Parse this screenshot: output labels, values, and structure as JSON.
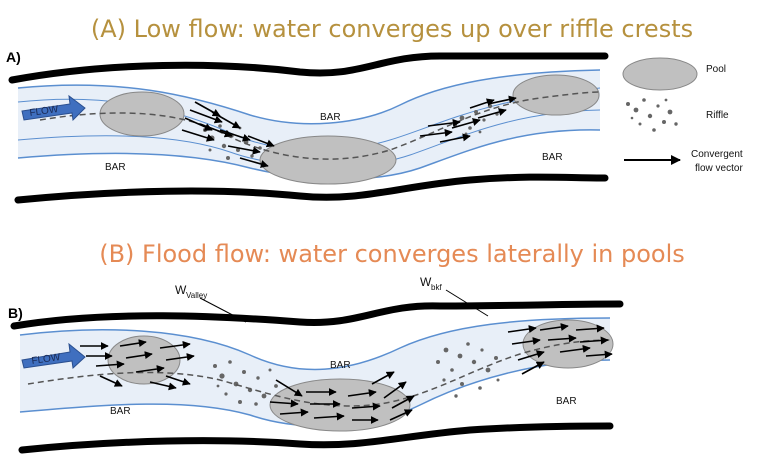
{
  "titles": {
    "a": "(A) Low flow: water converges up over riffle crests",
    "b": "(B) Flood flow: water converges laterally in pools"
  },
  "panels": {
    "a": "A)",
    "b": "B)"
  },
  "flow_label": "FLOW",
  "bar_label": "BAR",
  "valley_width": {
    "w": "W",
    "sub": "Valley"
  },
  "bankfull_width": {
    "w": "W",
    "sub": "bkf"
  },
  "legend": {
    "pool": "Pool",
    "riffle": "Riffle",
    "vector_line1": "Convergent",
    "vector_line2": "flow vector"
  },
  "colors": {
    "title_a": "#b6913e",
    "title_b": "#e58a55",
    "channel_fill": "#e8eff8",
    "bank_line": "#5b8fd0",
    "pool_fill": "#c0c0c0",
    "flow_arrow": "#3f6fbf"
  }
}
